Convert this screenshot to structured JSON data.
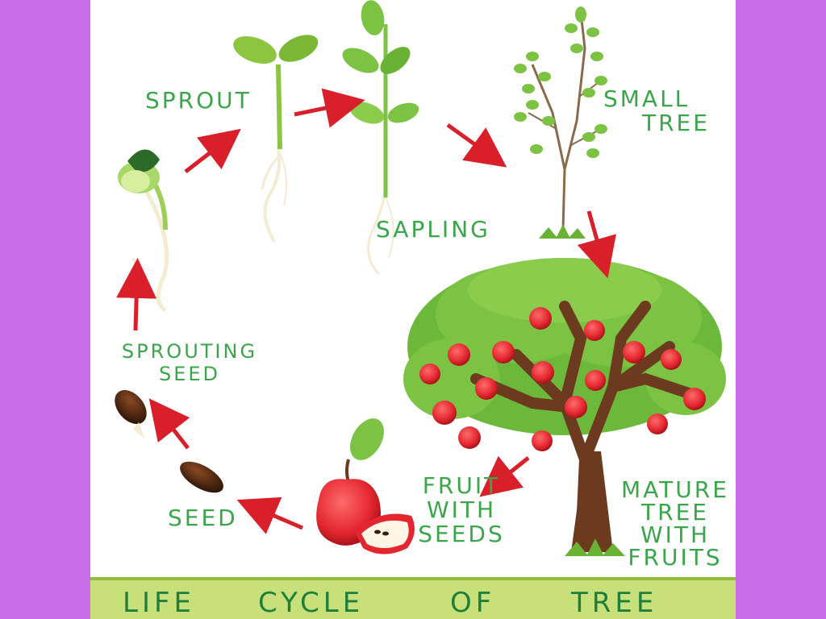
{
  "title_words": [
    "LIFE",
    "CYCLE",
    "OF",
    "TREE"
  ],
  "stages": {
    "sprout": "SPROUT",
    "sapling": "SAPLING",
    "small_tree": [
      "SMALL",
      "TREE"
    ],
    "mature_tree": [
      "MATURE",
      "TREE",
      "WITH",
      "FRUITS"
    ],
    "fruit_with_seeds": [
      "FRUIT",
      "WITH",
      "SEEDS"
    ],
    "seed": "SEED",
    "sprouting_seed": [
      "SPROUTING",
      "SEED"
    ]
  },
  "colors": {
    "side_bars": "#c86ee6",
    "label_green": "#3aa64a",
    "title_green": "#1f7f3a",
    "banner": "#c7e07a",
    "arrow_red": "#d9202a",
    "apple_red": "#e3262f",
    "leaf_green": "#7cc243",
    "trunk_brown": "#6b3a1f"
  }
}
